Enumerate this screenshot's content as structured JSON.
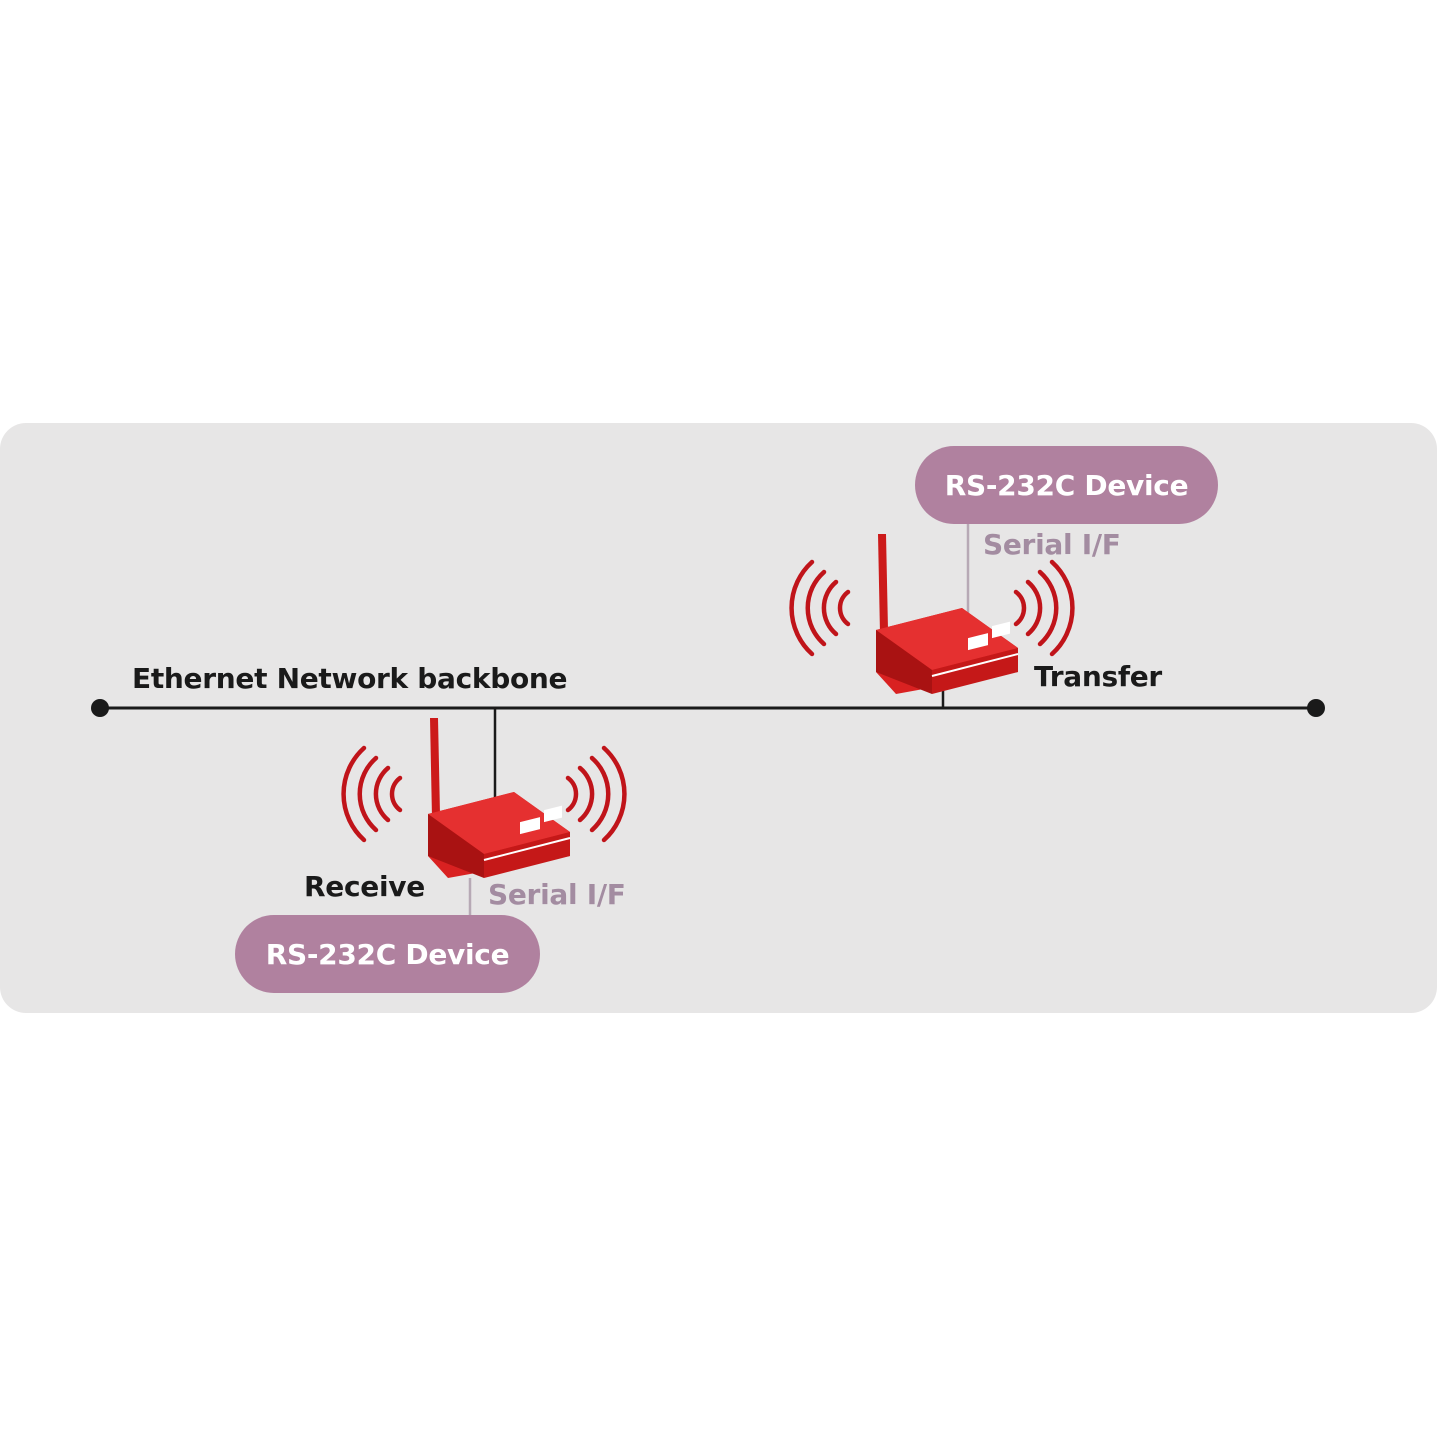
{
  "diagram": {
    "backbone_label": "Ethernet Network backbone",
    "transfer_node": {
      "device_label": "RS-232C Device",
      "interface_label": "Serial I/F",
      "role_label": "Transfer"
    },
    "receive_node": {
      "device_label": "RS-232C Device",
      "interface_label": "Serial I/F",
      "role_label": "Receive"
    },
    "colors": {
      "panel": "#e7e6e6",
      "device_pill": "#b0819f",
      "interface_text": "#a38ca1",
      "router": "#cc1a1a",
      "wave": "#c0141a",
      "line": "#1a1a1a"
    }
  }
}
